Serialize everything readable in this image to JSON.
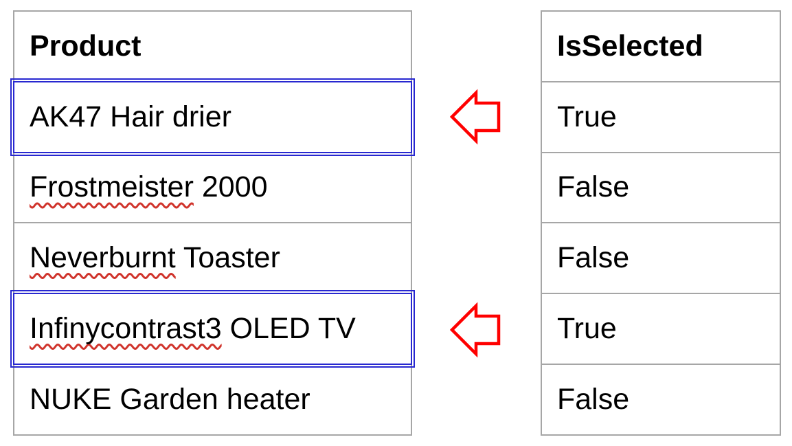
{
  "product_table": {
    "header": "Product",
    "rows": [
      {
        "misspelled": "",
        "rest": "AK47 Hair drier",
        "selected": true
      },
      {
        "misspelled": "Frostmeister",
        "rest": " 2000",
        "selected": false
      },
      {
        "misspelled": "Neverburnt",
        "rest": " Toaster",
        "selected": false
      },
      {
        "misspelled": "Infinycontrast3",
        "rest": " OLED TV",
        "selected": true
      },
      {
        "misspelled": "",
        "rest": "NUKE Garden heater",
        "selected": false
      }
    ]
  },
  "isselected_table": {
    "header": "IsSelected",
    "rows": [
      {
        "value": "True"
      },
      {
        "value": "False"
      },
      {
        "value": "False"
      },
      {
        "value": "True"
      },
      {
        "value": "False"
      }
    ]
  },
  "annotations": {
    "arrow_icons": [
      "left-arrow-icon",
      "left-arrow-icon"
    ]
  },
  "colors": {
    "selection_blue": "#2828d0",
    "table_border_gray": "#a6a6a6",
    "arrow_red": "#ff0000",
    "spellcheck_red": "#d0342c",
    "background": "#ffffff",
    "text": "#000000"
  }
}
